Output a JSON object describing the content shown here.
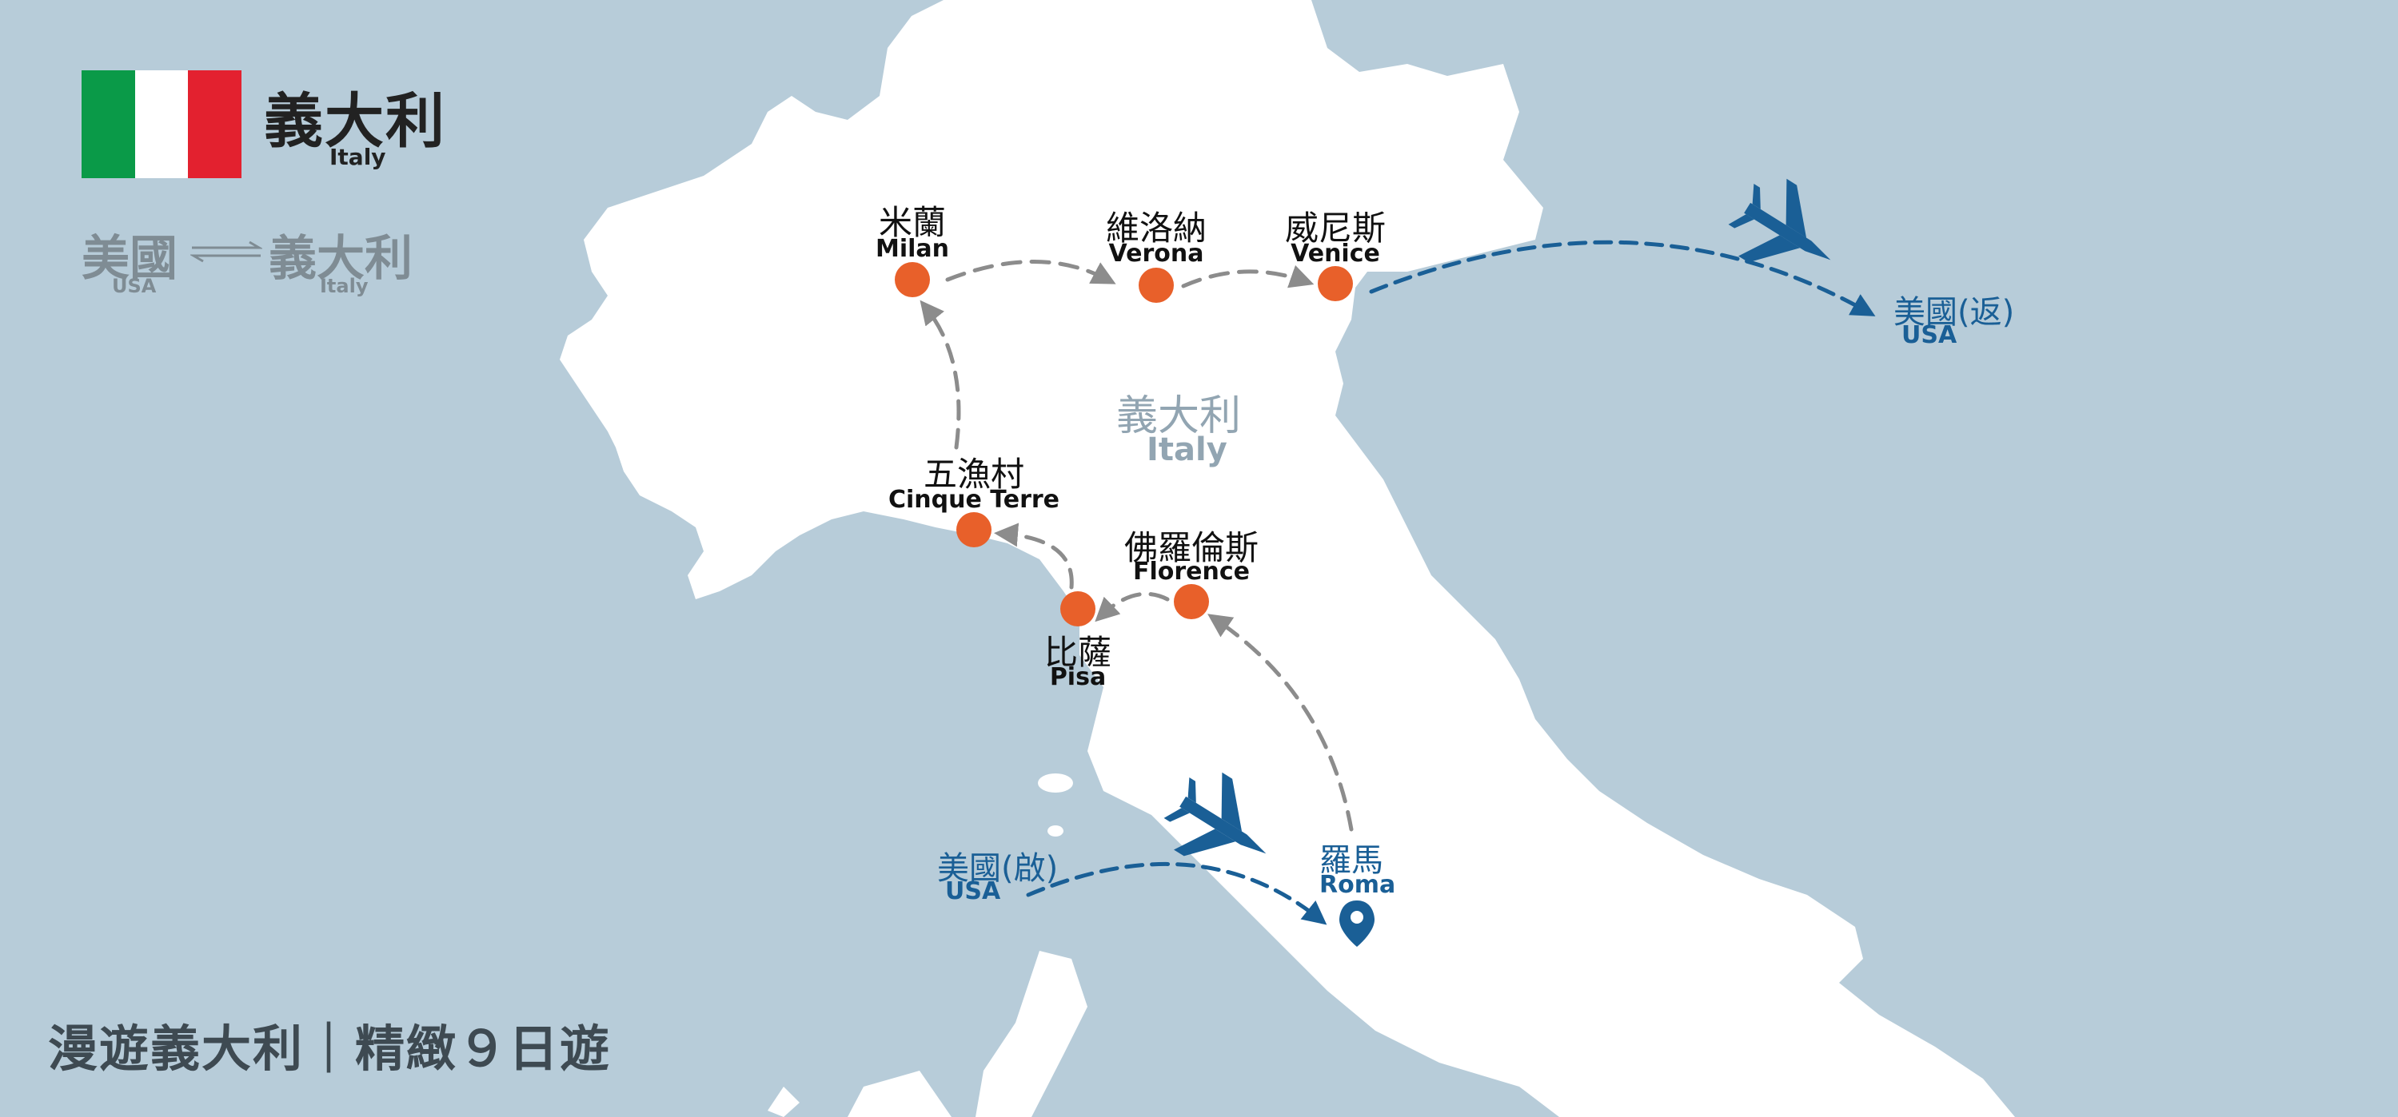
{
  "header": {
    "country_zh": "義大利",
    "country_en": "Italy",
    "route_from_zh": "美國",
    "route_from_en": "USA",
    "route_to_zh": "義大利",
    "route_to_en": "Italy"
  },
  "map_label": {
    "zh": "義大利",
    "en": "Italy"
  },
  "cities": [
    {
      "zh": "米蘭",
      "en": "Milan"
    },
    {
      "zh": "維洛納",
      "en": "Verona"
    },
    {
      "zh": "威尼斯",
      "en": "Venice"
    },
    {
      "zh": "五漁村",
      "en": "Cinque Terre"
    },
    {
      "zh": "佛羅倫斯",
      "en": "Florence"
    },
    {
      "zh": "比薩",
      "en": "Pisa"
    },
    {
      "zh": "羅馬",
      "en": "Roma"
    }
  ],
  "depart": {
    "zh": "美國(啟)",
    "en": "USA"
  },
  "return": {
    "zh": "美國(返)",
    "en": "USA"
  },
  "footer": "漫遊義大利｜精緻９日遊",
  "colors": {
    "sea": "#b7ccd9",
    "land": "#ffffff",
    "city_dot": "#e8602a",
    "route_gray": "#8c8c8c",
    "flight_blue": "#1a5f96",
    "flag_green": "#0a9a48",
    "flag_white": "#ffffff",
    "flag_red": "#e3212f"
  }
}
